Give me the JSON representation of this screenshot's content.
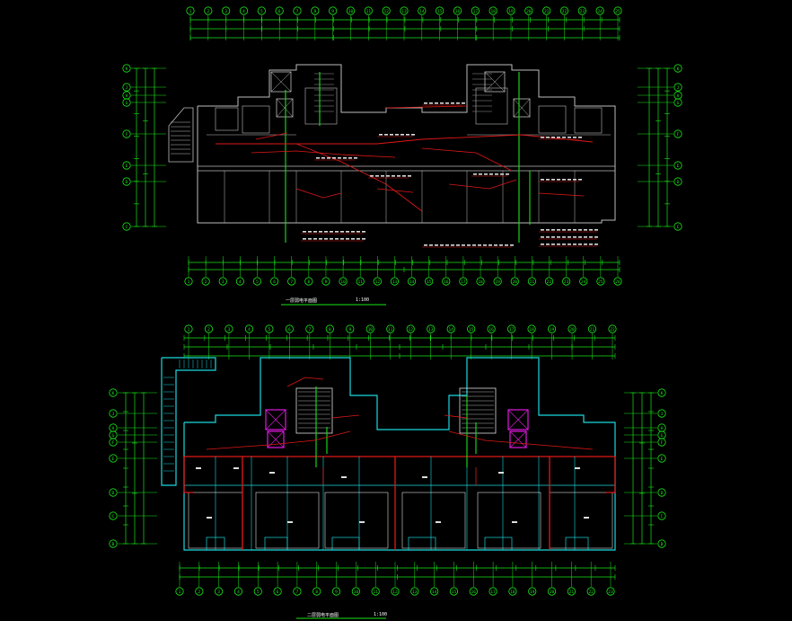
{
  "canvas": {
    "background": "#000000"
  },
  "colors": {
    "axis": "#19e619",
    "wall": "#bdbdbd",
    "cable": "#e01818",
    "riser": "#18d018",
    "cyan": "#19d9e0",
    "magenta": "#e019e0",
    "white": "#ffffff"
  },
  "plan_top": {
    "title": "一层弱电平面图",
    "scale": "1:100",
    "top_axes": [
      "1",
      "2",
      "3",
      "4",
      "5",
      "6",
      "7",
      "8",
      "9",
      "10",
      "11",
      "12",
      "13",
      "14",
      "15",
      "16",
      "17",
      "18",
      "19",
      "20",
      "21",
      "22",
      "23",
      "24",
      "25"
    ],
    "bottom_axes": [
      "1",
      "2",
      "3",
      "4",
      "5",
      "6",
      "7",
      "8",
      "9",
      "10",
      "11",
      "12",
      "13",
      "14",
      "15",
      "16",
      "17",
      "18",
      "19",
      "20",
      "21",
      "22",
      "23",
      "24",
      "25",
      "26"
    ],
    "left_axes": [
      "K",
      "J",
      "H",
      "G",
      "F",
      "E",
      "D",
      "C",
      "B"
    ],
    "right_axes": [
      "K",
      "J",
      "H",
      "G",
      "F",
      "E",
      "D",
      "C",
      "B"
    ]
  },
  "plan_bottom": {
    "title": "二层弱电平面图",
    "scale": "1:100",
    "top_axes": [
      "1",
      "2",
      "3",
      "4",
      "5",
      "6",
      "7",
      "8",
      "9",
      "10",
      "11",
      "12",
      "13",
      "14",
      "15",
      "16",
      "17",
      "18",
      "19",
      "20",
      "21",
      "22"
    ],
    "bottom_axes": [
      "1",
      "2",
      "3",
      "4",
      "5",
      "6",
      "7",
      "8",
      "9",
      "10",
      "11",
      "12",
      "13",
      "14",
      "15",
      "16",
      "17",
      "18",
      "19",
      "20",
      "21",
      "22",
      "23"
    ],
    "left_axes": [
      "K",
      "J",
      "H",
      "G",
      "F",
      "E",
      "D",
      "C",
      "B"
    ],
    "right_axes": [
      "K",
      "J",
      "H",
      "G",
      "F",
      "E",
      "D",
      "C",
      "B"
    ]
  }
}
